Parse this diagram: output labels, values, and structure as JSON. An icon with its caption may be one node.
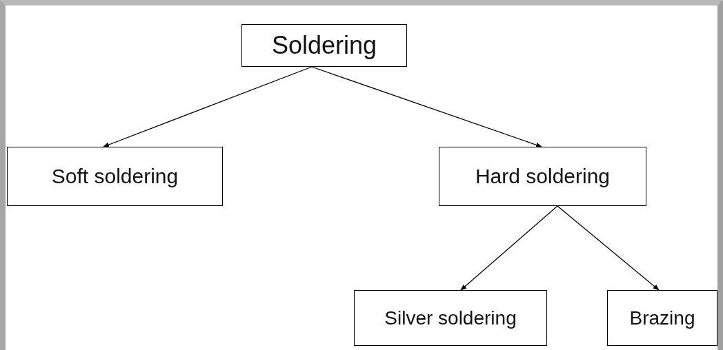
{
  "diagram": {
    "nodes": [
      {
        "text": [
          "Soldering"
        ]
      },
      {
        "text": [
          "Soft soldering"
        ]
      },
      {
        "text": [
          "Hard soldering"
        ]
      },
      {
        "text": [
          "Silver soldering"
        ]
      },
      {
        "text": [
          "Brazing"
        ]
      }
    ],
    "edges": [
      {
        "from": 0,
        "to": 1,
        "arrow": "to"
      },
      {
        "from": 0,
        "to": 2,
        "arrow": "to"
      },
      {
        "from": 2,
        "to": 3,
        "arrow": "to"
      },
      {
        "from": 2,
        "to": 4,
        "arrow": "to"
      }
    ]
  }
}
